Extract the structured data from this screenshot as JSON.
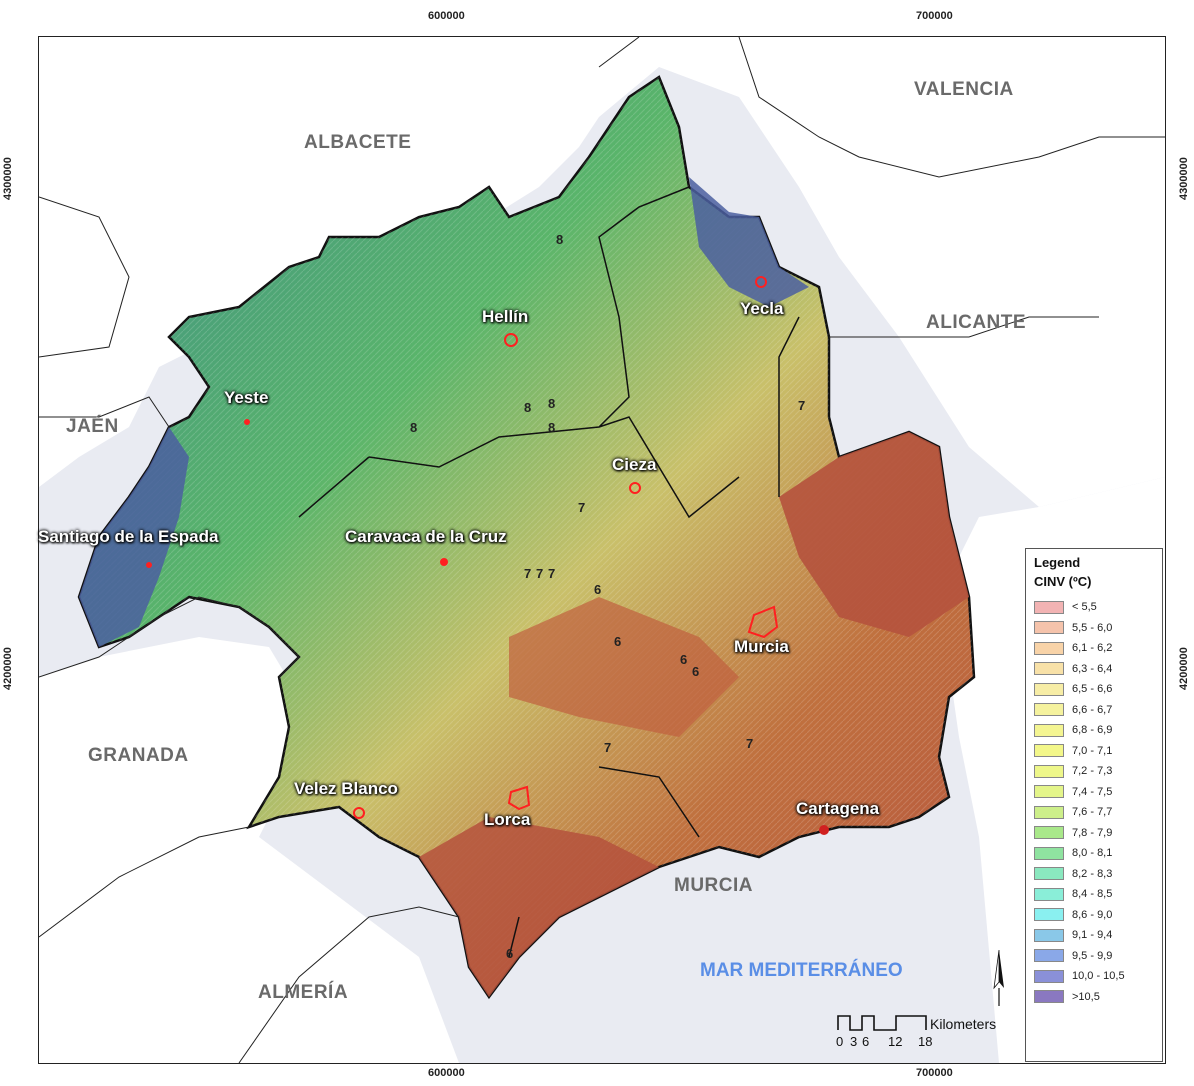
{
  "coords": {
    "top": [
      "600000",
      "700000"
    ],
    "bottom": [
      "600000",
      "700000"
    ],
    "left": [
      "4300000",
      "4200000"
    ],
    "right": [
      "4300000",
      "4200000"
    ]
  },
  "regions": [
    "ALBACETE",
    "VALENCIA",
    "ALICANTE",
    "JAÉN",
    "GRANADA",
    "ALMERÍA",
    "MURCIA"
  ],
  "towns": [
    "Hellín",
    "Yecla",
    "Yeste",
    "Cieza",
    "Santiago de la Espada",
    "Caravaca de la Cruz",
    "Murcia",
    "Velez Blanco",
    "Lorca",
    "Cartagena"
  ],
  "sea": "MAR MEDITERRÁNEO",
  "legend": {
    "title": "Legend",
    "subtitle": "CINV (ºC)",
    "items": [
      {
        "label": "< 5,5",
        "color": "#f2b3b3"
      },
      {
        "label": "5,5 - 6,0",
        "color": "#f5c3ab"
      },
      {
        "label": "6,1 - 6,2",
        "color": "#f8d3a8"
      },
      {
        "label": "6,3 - 6,4",
        "color": "#f8e1a8"
      },
      {
        "label": "6,5 - 6,6",
        "color": "#f7eda6"
      },
      {
        "label": "6,6 - 6,7",
        "color": "#f5f29e"
      },
      {
        "label": "6,8 - 6,9",
        "color": "#f4f592"
      },
      {
        "label": "7,0 - 7,1",
        "color": "#f3f78a"
      },
      {
        "label": "7,2 - 7,3",
        "color": "#eef78a"
      },
      {
        "label": "7,4 - 7,5",
        "color": "#e4f58a"
      },
      {
        "label": "7,6 - 7,7",
        "color": "#cdef8a"
      },
      {
        "label": "7,8 - 7,9",
        "color": "#a9e88a"
      },
      {
        "label": "8,0 - 8,1",
        "color": "#8fe3a0"
      },
      {
        "label": "8,2 - 8,3",
        "color": "#8ae8bf"
      },
      {
        "label": "8,4 - 8,5",
        "color": "#8aeed8"
      },
      {
        "label": "8,6 - 9,0",
        "color": "#8af0f0"
      },
      {
        "label": "9,1 - 9,4",
        "color": "#8ac8e8"
      },
      {
        "label": "9,5 - 9,9",
        "color": "#8aa8e8"
      },
      {
        "label": "10,0 - 10,5",
        "color": "#8a90d8"
      },
      {
        "label": ">10,5",
        "color": "#8a78c0"
      }
    ]
  },
  "scale": {
    "ticks": [
      "0",
      "3",
      "6",
      "12",
      "18"
    ],
    "unit": "Kilometers"
  },
  "contour_labels": [
    "8",
    "8",
    "8",
    "8",
    "8",
    "7",
    "7",
    "7",
    "7",
    "7",
    "6",
    "6",
    "6",
    "6",
    "7",
    "7",
    "6"
  ],
  "colors": {
    "land_background": "#ffffff",
    "sea": "#e9ebf2",
    "green": "#4fb36a",
    "teal": "#3f9f98",
    "blue": "#4b5fa0",
    "yellow": "#c9c06a",
    "red": "#b5523d",
    "town_outline": "#ff2020"
  }
}
